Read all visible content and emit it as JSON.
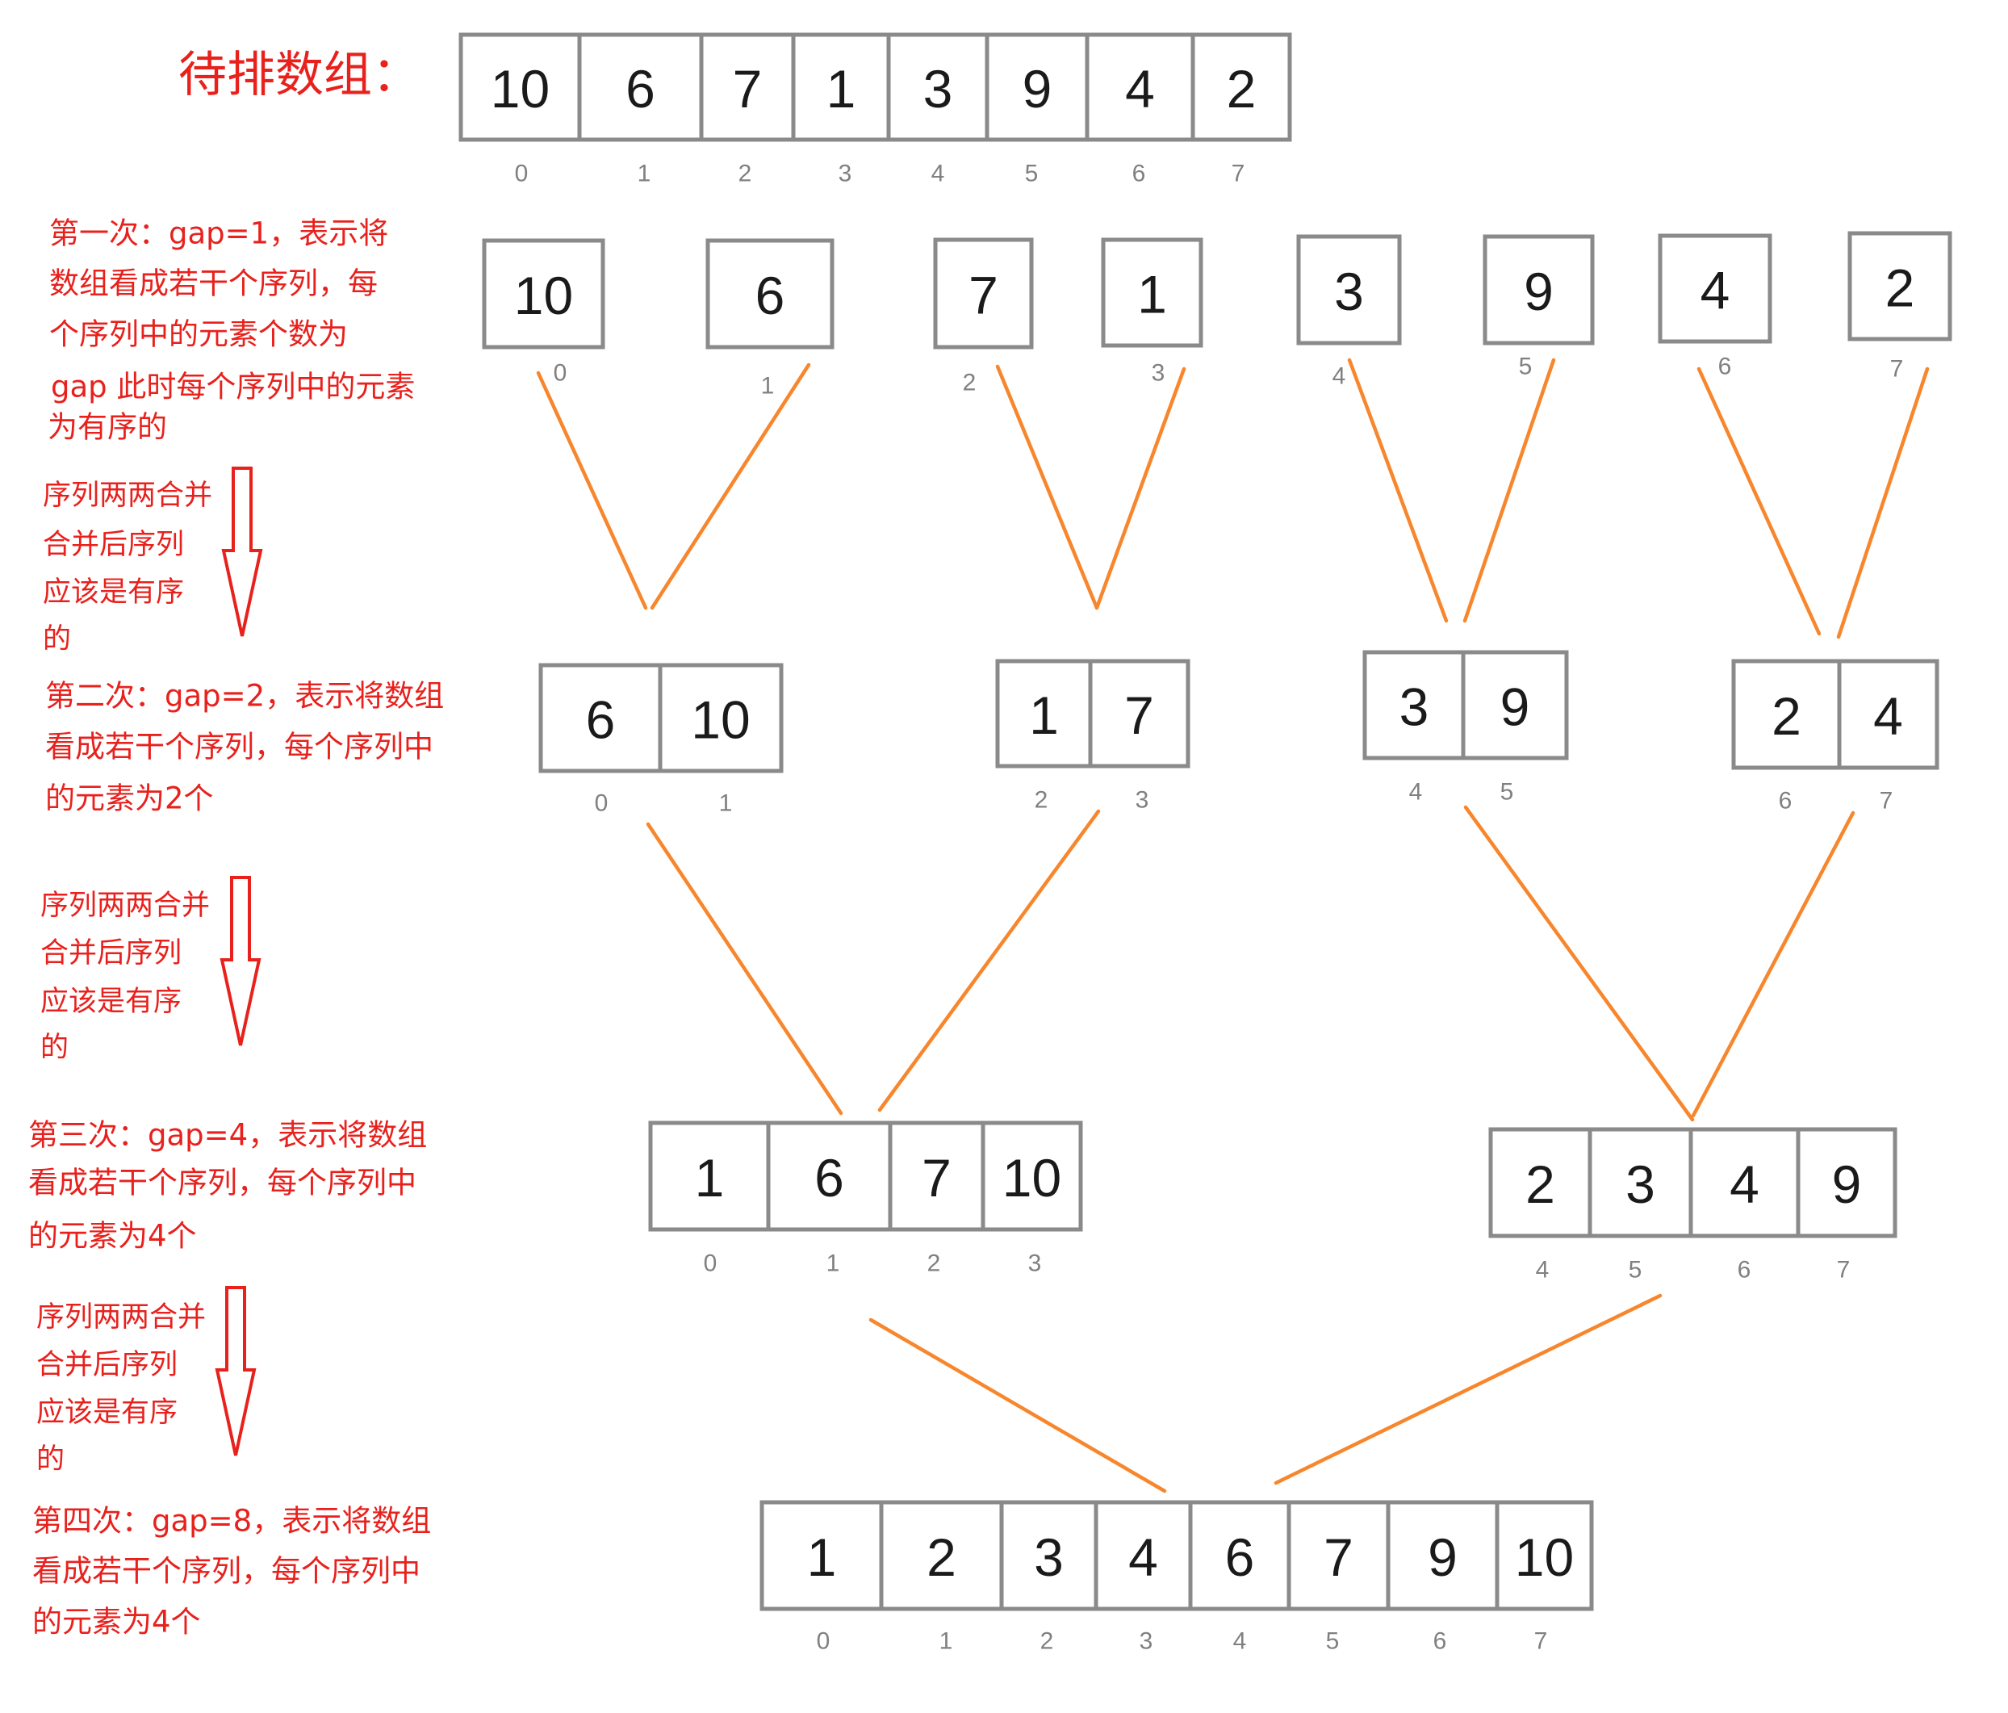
{
  "title": "待排数组：",
  "colors": {
    "annotation": "#e8211d",
    "connector": "#f7862c",
    "cell_border": "#8a8a8a",
    "index_label": "#808080",
    "value_text": "#1a1a1a"
  },
  "input_array": {
    "values": [
      10,
      6,
      7,
      1,
      3,
      9,
      4,
      2
    ],
    "indices": [
      0,
      1,
      2,
      3,
      4,
      5,
      6,
      7
    ]
  },
  "passes": [
    {
      "description": [
        "第一次：gap=1，表示将",
        "数组看成若干个序列，每",
        "个序列中的元素个数为",
        "gap 此时每个序列中的元素",
        "为有序的"
      ],
      "groups": [
        {
          "values": [
            10
          ],
          "indices": [
            0
          ]
        },
        {
          "values": [
            6
          ],
          "indices": [
            1
          ]
        },
        {
          "values": [
            7
          ],
          "indices": [
            2
          ]
        },
        {
          "values": [
            1
          ],
          "indices": [
            3
          ]
        },
        {
          "values": [
            3
          ],
          "indices": [
            4
          ]
        },
        {
          "values": [
            9
          ],
          "indices": [
            5
          ]
        },
        {
          "values": [
            4
          ],
          "indices": [
            6
          ]
        },
        {
          "values": [
            2
          ],
          "indices": [
            7
          ]
        }
      ]
    },
    {
      "description": [
        "第二次：gap=2，表示将数组",
        "看成若干个序列，每个序列中",
        "的元素为2个"
      ],
      "groups": [
        {
          "values": [
            6,
            10
          ],
          "indices": [
            0,
            1
          ]
        },
        {
          "values": [
            1,
            7
          ],
          "indices": [
            2,
            3
          ]
        },
        {
          "values": [
            3,
            9
          ],
          "indices": [
            4,
            5
          ]
        },
        {
          "values": [
            2,
            4
          ],
          "indices": [
            6,
            7
          ]
        }
      ]
    },
    {
      "description": [
        "第三次：gap=4，表示将数组",
        "看成若干个序列，每个序列中",
        "的元素为4个"
      ],
      "groups": [
        {
          "values": [
            1,
            6,
            7,
            10
          ],
          "indices": [
            0,
            1,
            2,
            3
          ]
        },
        {
          "values": [
            2,
            3,
            4,
            9
          ],
          "indices": [
            4,
            5,
            6,
            7
          ]
        }
      ]
    },
    {
      "description": [
        "第四次：gap=8，表示将数组",
        "看成若干个序列，每个序列中",
        "的元素为4个"
      ],
      "groups": [
        {
          "values": [
            1,
            2,
            3,
            4,
            6,
            7,
            9,
            10
          ],
          "indices": [
            0,
            1,
            2,
            3,
            4,
            5,
            6,
            7
          ]
        }
      ]
    }
  ],
  "merge_steps": [
    {
      "note": [
        "序列两两合并",
        "合并后序列",
        "应该是有序",
        "的"
      ]
    },
    {
      "note": [
        "序列两两合并",
        "合并后序列",
        "应该是有序",
        "的"
      ]
    },
    {
      "note": [
        "序列两两合并",
        "合并后序列",
        "应该是有序",
        "的"
      ]
    }
  ]
}
